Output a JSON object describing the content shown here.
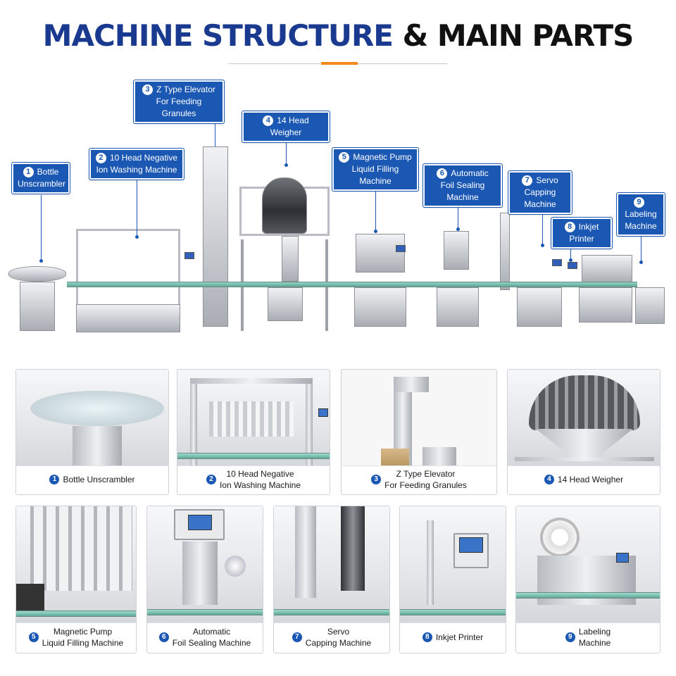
{
  "header": {
    "title_blue": "MACHINE STRUCTURE",
    "title_dark": "& MAIN PARTS"
  },
  "colors": {
    "title_blue": "#1a3a8f",
    "accent": "#f28a1e",
    "callout": "#1b58b3",
    "belt": "#8fd3c4"
  },
  "callouts": [
    {
      "num": "1",
      "line1": "Bottle",
      "line2": "Unscrambler"
    },
    {
      "num": "2",
      "line1": "10 Head Negative",
      "line2": "Ion Washing Machine"
    },
    {
      "num": "3",
      "line1": "Z Type Elevator",
      "line2": "For Feeding Granules"
    },
    {
      "num": "4",
      "line1": "14 Head Weigher",
      "line2": ""
    },
    {
      "num": "5",
      "line1": "Magnetic Pump",
      "line2": "Liquid Filling Machine"
    },
    {
      "num": "6",
      "line1": "Automatic",
      "line2": "Foil Sealing Machine"
    },
    {
      "num": "7",
      "line1": "Servo",
      "line2": "Capping Machine"
    },
    {
      "num": "8",
      "line1": "Inkjet Printer",
      "line2": ""
    },
    {
      "num": "9",
      "line1": "Labeling",
      "line2": "Machine"
    }
  ],
  "cards": [
    {
      "num": "1",
      "line1": "Bottle Unscrambler",
      "line2": ""
    },
    {
      "num": "2",
      "line1": "10 Head Negative",
      "line2": "Ion Washing Machine"
    },
    {
      "num": "3",
      "line1": "Z Type Elevator",
      "line2": "For Feeding Granules"
    },
    {
      "num": "4",
      "line1": "14 Head Weigher",
      "line2": ""
    },
    {
      "num": "5",
      "line1": "Magnetic Pump",
      "line2": "Liquid Filling Machine"
    },
    {
      "num": "6",
      "line1": "Automatic",
      "line2": "Foil Sealing Machine"
    },
    {
      "num": "7",
      "line1": "Servo",
      "line2": "Capping Machine"
    },
    {
      "num": "8",
      "line1": "Inkjet Printer",
      "line2": ""
    },
    {
      "num": "9",
      "line1": "Labeling",
      "line2": "Machine"
    }
  ]
}
